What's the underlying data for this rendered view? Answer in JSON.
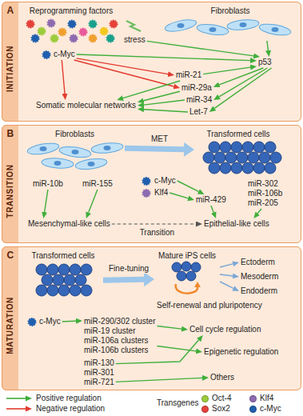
{
  "diagram": {
    "nodes": [
      {
        "text": [
          "A",
          "INITIATION"
        ]
      },
      {
        "text": [
          "Reprogramming factors"
        ],
        "in": 0
      },
      {
        "text": [
          "Fibroblasts"
        ],
        "in": 0
      },
      {
        "text": [
          "stress"
        ],
        "in": 0
      },
      {
        "text": [
          "c-Myc"
        ],
        "in": 0
      },
      {
        "text": [
          "p53"
        ],
        "in": 0
      },
      {
        "text": [
          "miR-21"
        ],
        "in": 0
      },
      {
        "text": [
          "miR-29a"
        ],
        "in": 0
      },
      {
        "text": [
          "miR-34"
        ],
        "in": 0
      },
      {
        "text": [
          "Let-7"
        ],
        "in": 0
      },
      {
        "text": [
          "Somatic molecular networks"
        ],
        "in": 0
      },
      {
        "text": [
          "B",
          "TRANSITION"
        ]
      },
      {
        "text": [
          "Fibroblasts"
        ],
        "in": 11
      },
      {
        "text": [
          "Transformed cells"
        ],
        "in": 11
      },
      {
        "text": [
          "miR-10b"
        ],
        "in": 11
      },
      {
        "text": [
          "miR-155"
        ],
        "in": 11
      },
      {
        "text": [
          "c-Myc"
        ],
        "in": 11
      },
      {
        "text": [
          "Klf4"
        ],
        "in": 11
      },
      {
        "text": [
          "miR-429"
        ],
        "in": 11
      },
      {
        "text": [
          "miR-302",
          "miR-106b",
          "miR-205"
        ],
        "in": 11
      },
      {
        "text": [
          "Mesenchymal-like cells"
        ],
        "in": 11
      },
      {
        "text": [
          "Epithelial-like cells"
        ],
        "in": 11
      },
      {
        "text": [
          "C",
          "MATURATION"
        ]
      },
      {
        "text": [
          "Transformed cells"
        ],
        "in": 22
      },
      {
        "text": [
          "Mature iPS cells"
        ],
        "in": 22
      },
      {
        "text": [
          "Ectoderm"
        ],
        "in": 22
      },
      {
        "text": [
          "Mesoderm"
        ],
        "in": 22
      },
      {
        "text": [
          "Endoderm"
        ],
        "in": 22
      },
      {
        "text": [
          "c-Myc"
        ],
        "in": 22
      },
      {
        "text": [
          "miR-290/302 cluster",
          "miR-19 cluster",
          "miR-106a clusters",
          "miR-106b clusters"
        ],
        "in": 22
      },
      {
        "text": [
          "miR-130",
          "miR-301",
          "miR-721"
        ],
        "in": 22
      },
      {
        "text": [
          "Cell cycle regulation"
        ],
        "in": 22
      },
      {
        "text": [
          "Epigenetic regulation"
        ],
        "in": 22
      },
      {
        "text": [
          "Others"
        ],
        "in": 22
      }
    ],
    "edges": [
      {
        "from": 4,
        "to": 5,
        "arrow": "to"
      },
      {
        "from": 3,
        "to": 5,
        "arrow": "to"
      },
      {
        "from": 2,
        "to": 5,
        "arrow": "to"
      },
      {
        "from": 6,
        "to": 5,
        "arrow": "to"
      },
      {
        "from": 5,
        "to": 7,
        "arrow": "to"
      },
      {
        "from": 5,
        "to": 8,
        "arrow": "to"
      },
      {
        "from": 5,
        "to": 9,
        "arrow": "to"
      },
      {
        "from": 4,
        "to": 6,
        "arrow": "to"
      },
      {
        "from": 4,
        "to": 7,
        "arrow": "to"
      },
      {
        "from": 4,
        "to": 10,
        "arrow": "to"
      },
      {
        "from": 6,
        "to": 10,
        "arrow": "to"
      },
      {
        "from": 7,
        "to": 10,
        "arrow": "to"
      },
      {
        "from": 8,
        "to": 10,
        "arrow": "to"
      },
      {
        "from": 9,
        "to": 10,
        "arrow": "to"
      },
      {
        "from": 12,
        "to": 13,
        "label": "MET",
        "arrow": "to"
      },
      {
        "from": 14,
        "to": 20,
        "arrow": "to"
      },
      {
        "from": 15,
        "to": 20,
        "arrow": "to"
      },
      {
        "from": 16,
        "to": 18,
        "arrow": "to"
      },
      {
        "from": 17,
        "to": 18,
        "arrow": "to"
      },
      {
        "from": 18,
        "to": 21,
        "arrow": "to"
      },
      {
        "from": 19,
        "to": 21,
        "arrow": "to"
      },
      {
        "from": 20,
        "to": 21,
        "label": "Transition",
        "arrow": "to"
      },
      {
        "from": 23,
        "to": 24,
        "label": "Fine-tuning",
        "arrow": "to"
      },
      {
        "from": 24,
        "to": 25,
        "arrow": "to"
      },
      {
        "from": 24,
        "to": 26,
        "arrow": "to"
      },
      {
        "from": 24,
        "to": 27,
        "arrow": "to"
      },
      {
        "from": 28,
        "to": 29,
        "arrow": "to"
      },
      {
        "from": 29,
        "to": 31,
        "arrow": "to"
      },
      {
        "from": 29,
        "to": 32,
        "arrow": "to"
      },
      {
        "from": 30,
        "to": 31,
        "arrow": "to"
      },
      {
        "from": 30,
        "to": 33,
        "arrow": "to"
      }
    ],
    "labels": [
      "Self-renewal and pluripotency",
      "Transgenes"
    ],
    "legend": [
      {
        "text": "Positive regulation"
      },
      {
        "text": "Negative regulation"
      },
      {
        "text": "Oct-4",
        "color": "#9ccc3c"
      },
      {
        "text": "Klf4",
        "color": "#8e6bb0"
      },
      {
        "text": "Sox2",
        "color": "#e4413a"
      },
      {
        "text": "c-Myc",
        "color": "#1f5fae"
      }
    ]
  }
}
